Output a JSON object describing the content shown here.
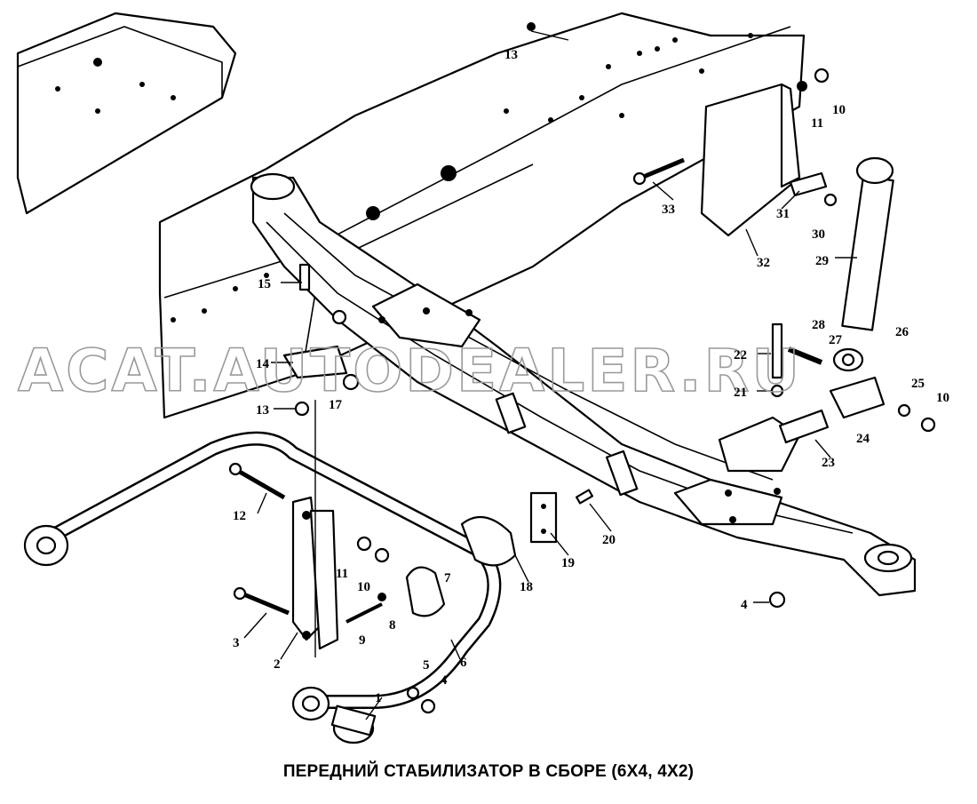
{
  "caption": "ПЕРЕДНИЙ СТАБИЛИЗАТОР В СБОРЕ (6X4, 4X2)",
  "watermark": "ACAT.AUTODEALER.RU",
  "callouts": {
    "c1": "1",
    "c2": "2",
    "c3": "3",
    "c4a": "4",
    "c4b": "4",
    "c5": "5",
    "c6": "6",
    "c7": "7",
    "c8": "8",
    "c9": "9",
    "c10a": "10",
    "c10b": "10",
    "c10c": "10",
    "c11a": "11",
    "c11b": "11",
    "c12": "12",
    "c13a": "13",
    "c13b": "13",
    "c14": "14",
    "c15": "15",
    "c17": "17",
    "c18": "18",
    "c19": "19",
    "c20": "20",
    "c21": "21",
    "c22": "22",
    "c23": "23",
    "c24": "24",
    "c25": "25",
    "c26": "26",
    "c27": "27",
    "c28": "28",
    "c29": "29",
    "c30": "30",
    "c31": "31",
    "c32": "32",
    "c33": "33"
  }
}
